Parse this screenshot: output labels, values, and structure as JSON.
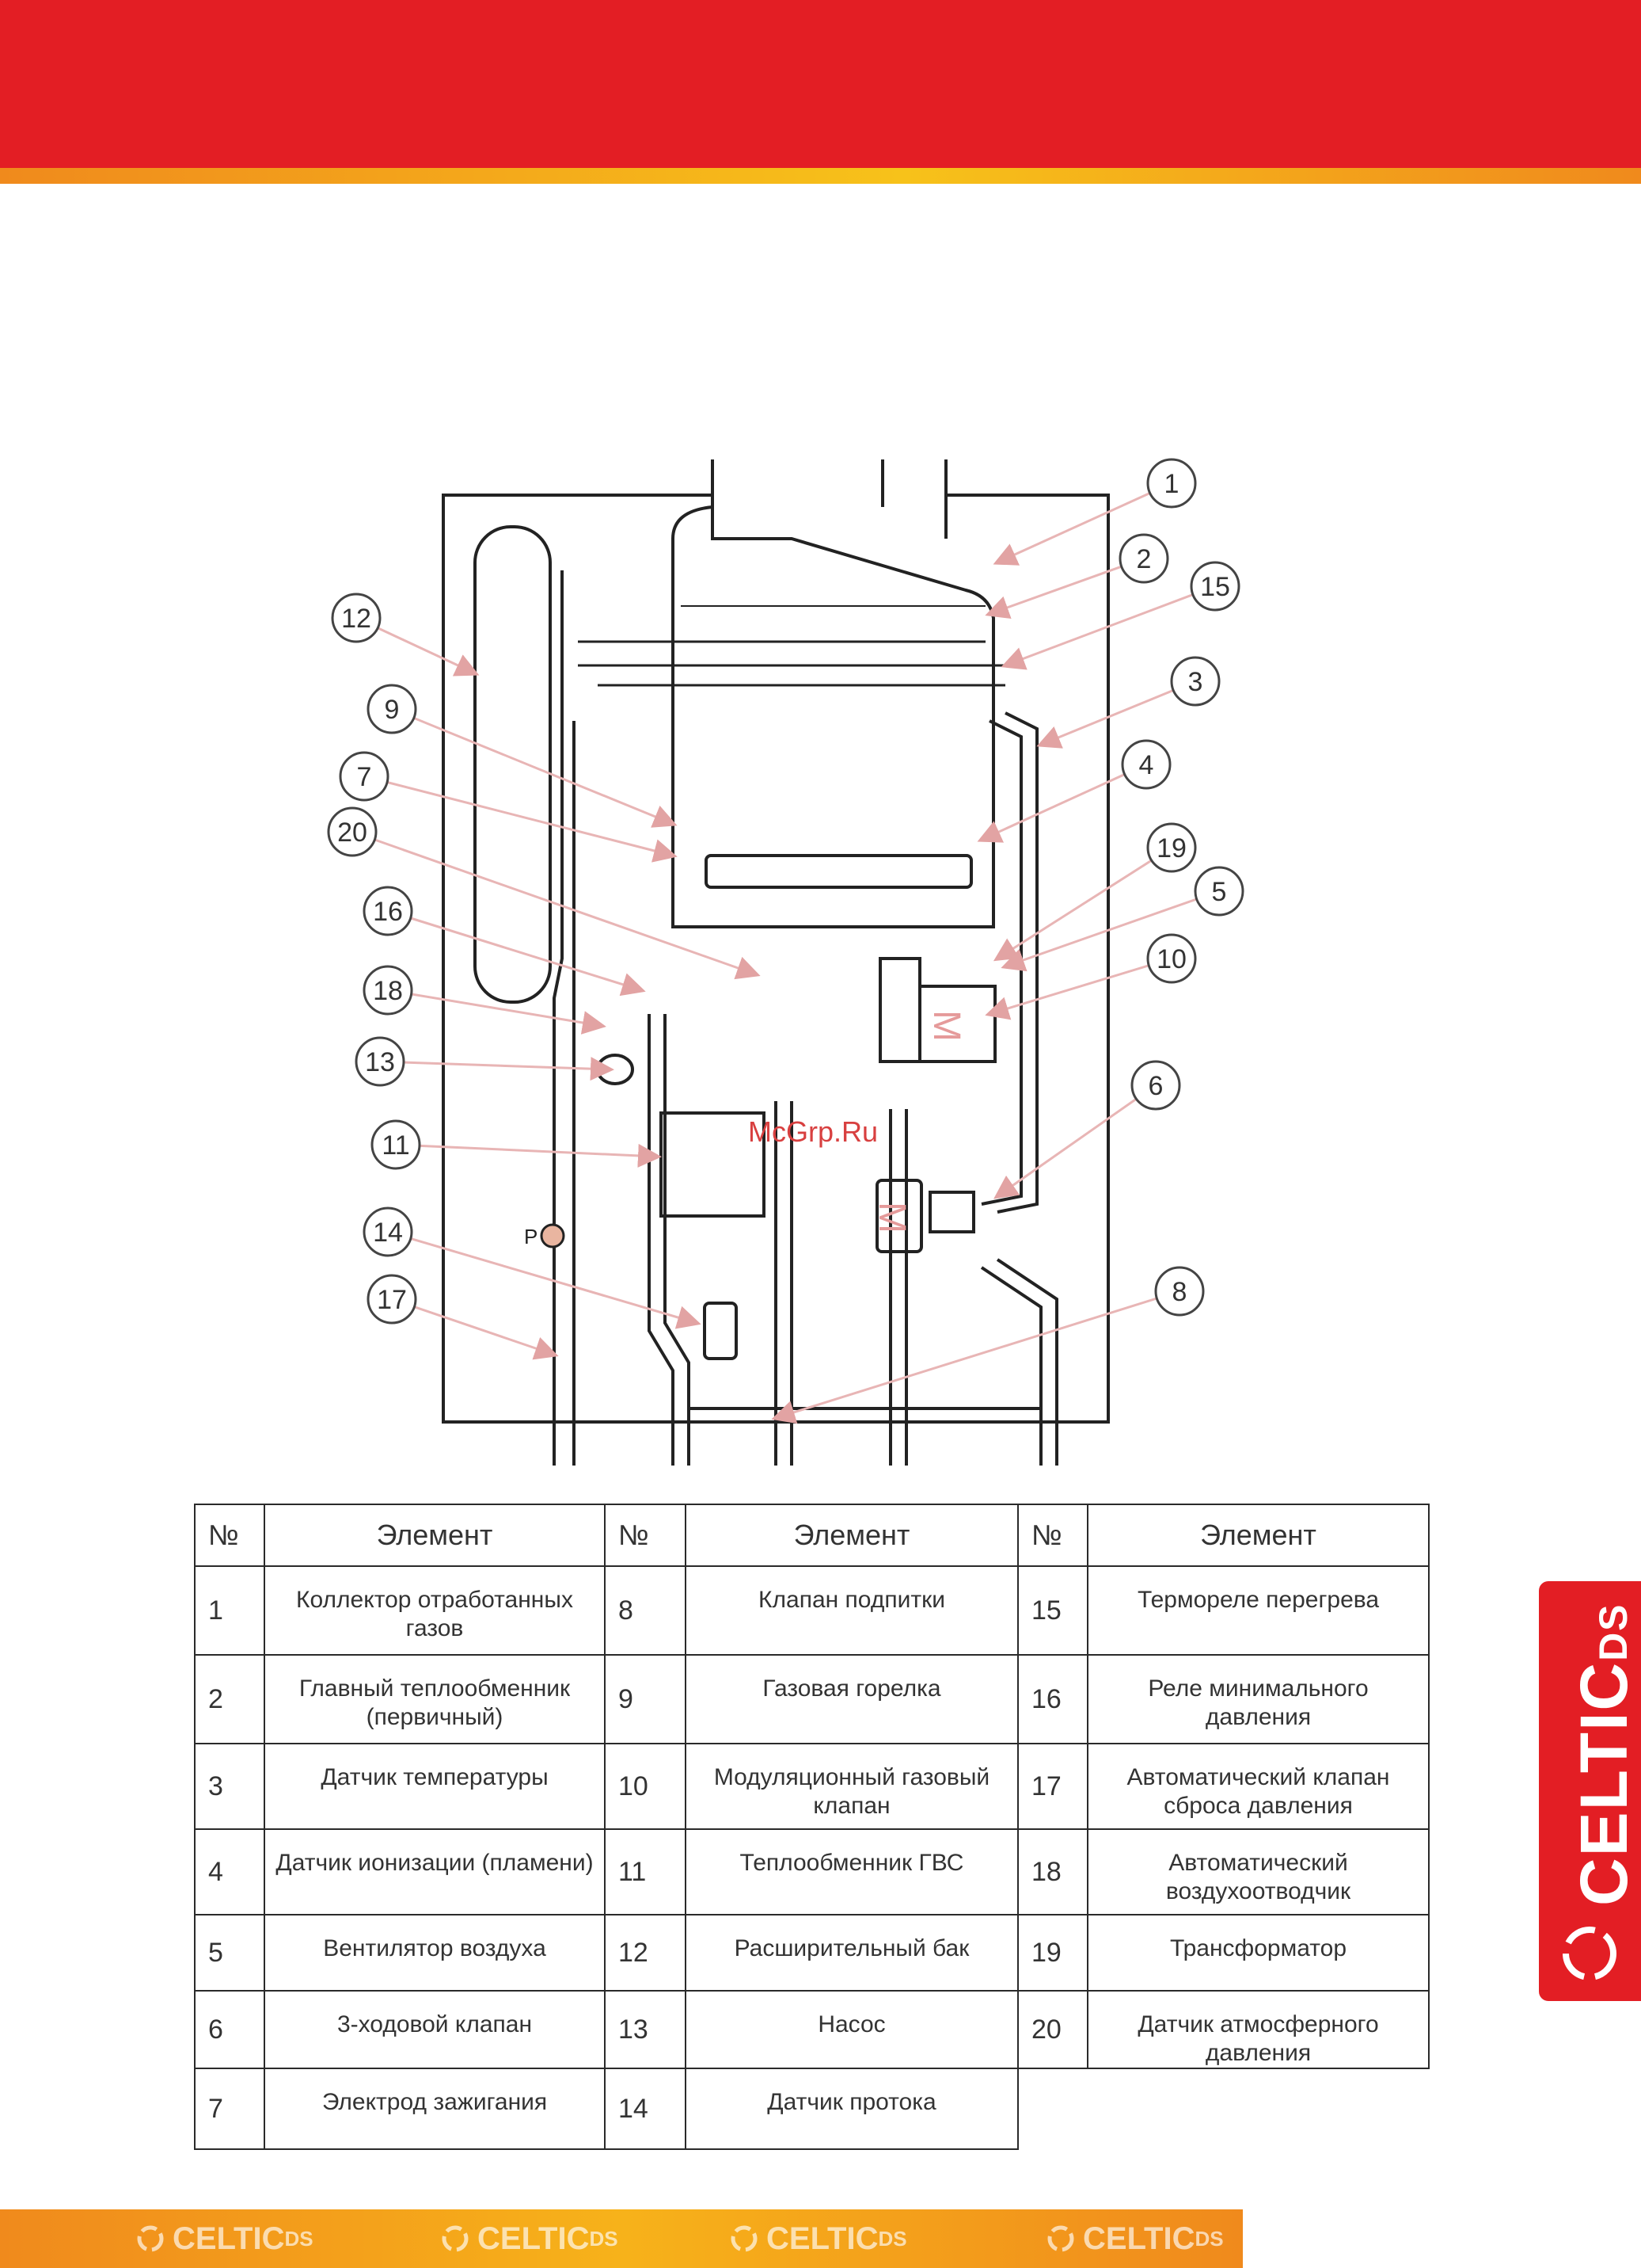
{
  "brand": {
    "logo_text": "CELTIC",
    "logo_suffix": "DS"
  },
  "watermark": "McGrp.Ru",
  "diagram": {
    "callouts": [
      "1",
      "2",
      "15",
      "3",
      "4",
      "19",
      "5",
      "10",
      "6",
      "8",
      "12",
      "9",
      "7",
      "20",
      "16",
      "18",
      "13",
      "11",
      "14",
      "17"
    ],
    "pressure_label": "P",
    "motor_label": "M"
  },
  "legend": {
    "headers": {
      "num": "№",
      "element": "Элемент"
    },
    "rows": [
      [
        {
          "n": "1",
          "t": "Коллектор отработанных газов"
        },
        {
          "n": "8",
          "t": "Клапан подпитки"
        },
        {
          "n": "15",
          "t": "Термореле перегрева"
        }
      ],
      [
        {
          "n": "2",
          "t": "Главный теплообменник (первичный)"
        },
        {
          "n": "9",
          "t": "Газовая горелка"
        },
        {
          "n": "16",
          "t": "Реле минимального давления"
        }
      ],
      [
        {
          "n": "3",
          "t": "Датчик температуры"
        },
        {
          "n": "10",
          "t": "Модуляционный газовый клапан"
        },
        {
          "n": "17",
          "t": "Автоматический клапан сброса давления"
        }
      ],
      [
        {
          "n": "4",
          "t": "Датчик ионизации (пламени)"
        },
        {
          "n": "11",
          "t": "Теплообменник ГВС"
        },
        {
          "n": "18",
          "t": "Автоматический воздухоотводчик"
        }
      ],
      [
        {
          "n": "5",
          "t": "Вентилятор воздуха"
        },
        {
          "n": "12",
          "t": "Расширительный бак"
        },
        {
          "n": "19",
          "t": "Трансформатор"
        }
      ],
      [
        {
          "n": "6",
          "t": "3-ходовой клапан"
        },
        {
          "n": "13",
          "t": "Насос"
        },
        {
          "n": "20",
          "t": "Датчик атмосферного давления"
        }
      ],
      [
        {
          "n": "7",
          "t": "Электрод зажигания"
        },
        {
          "n": "14",
          "t": "Датчик протока"
        },
        null
      ]
    ]
  }
}
